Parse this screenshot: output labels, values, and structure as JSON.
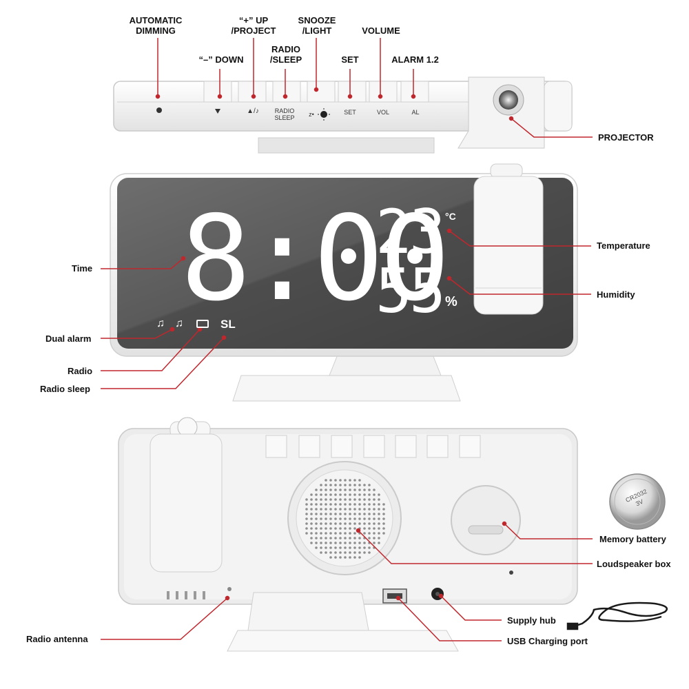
{
  "top_labels": {
    "automatic_dimming": [
      "AUTOMATIC",
      "DIMMING"
    ],
    "up_project": [
      "“+” UP",
      "/PROJECT"
    ],
    "snooze_light": [
      "SNOOZE",
      "/LIGHT"
    ],
    "volume": "VOLUME",
    "down": "“–” DOWN",
    "radio_sleep": [
      "RADIO",
      "/SLEEP"
    ],
    "set": "SET",
    "alarm": "ALARM 1.2"
  },
  "button_markings": {
    "radio": [
      "RADIO",
      "SLEEP"
    ],
    "set": "SET",
    "vol": "VOL",
    "al": "AL"
  },
  "display": {
    "time": "8:00",
    "temperature": "23",
    "temperature_unit": "°C",
    "humidity": "55",
    "humidity_unit": "%",
    "sleep_indicator": "SL"
  },
  "callouts": {
    "projector": "PROJECTOR",
    "temperature": "Temperature",
    "humidity": "Humidity",
    "time": "Time",
    "dual_alarm": "Dual alarm",
    "radio": "Radio",
    "radio_sleep": "Radio sleep",
    "memory_battery": "Memory battery",
    "loudspeaker_box": "Loudspeaker box",
    "supply_hub": "Supply hub",
    "usb_charging_port": "USB Charging port",
    "radio_antenna": "Radio antenna"
  },
  "battery": {
    "markings": [
      "CR2032",
      "3V"
    ]
  },
  "colors": {
    "callout_line": "#c0272d",
    "device_body": "#f2f2f2",
    "screen": "#555555"
  }
}
